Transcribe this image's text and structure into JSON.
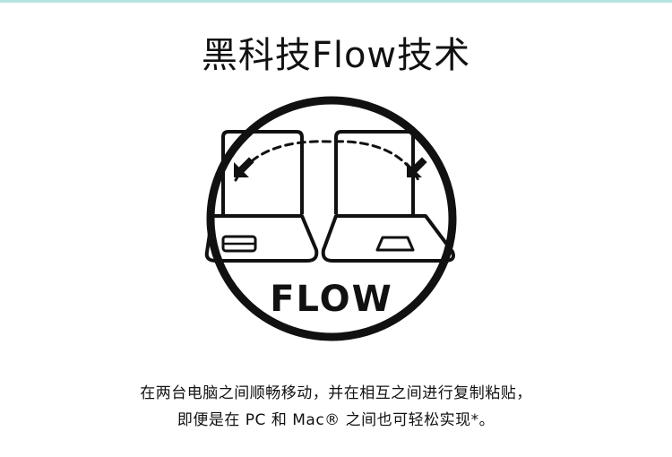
{
  "header": {
    "title": "黑科技Flow技术"
  },
  "badge": {
    "label": "FLOW",
    "icon_names": [
      "laptop-left-icon",
      "laptop-right-icon",
      "cursor-arrow-icon",
      "dashed-arc-icon",
      "trackpad-icon"
    ]
  },
  "description": {
    "line1": "在两台电脑之间顺畅移动，并在相互之间进行复制粘贴，",
    "line2": "即便是在 PC 和 Mac® 之间也可轻松实现*。"
  },
  "colors": {
    "ink": "#111111",
    "background": "#ffffff",
    "top_border": "#b7e3df"
  }
}
